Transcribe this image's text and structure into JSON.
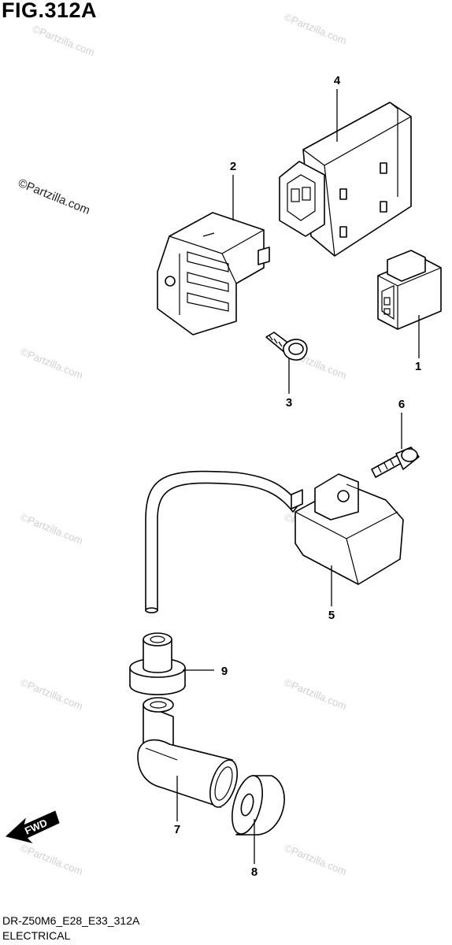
{
  "figure": {
    "title": "FIG.312A"
  },
  "watermark": {
    "text": "©Partzilla.com"
  },
  "parts": [
    {
      "number": "1",
      "icon": "coupler-icon"
    },
    {
      "number": "2",
      "icon": "regulator-rectifier-icon"
    },
    {
      "number": "3",
      "icon": "bolt-icon"
    },
    {
      "number": "4",
      "icon": "cdi-unit-icon"
    },
    {
      "number": "5",
      "icon": "ignition-coil-icon"
    },
    {
      "number": "6",
      "icon": "bolt-icon"
    },
    {
      "number": "7",
      "icon": "spark-plug-cap-icon"
    },
    {
      "number": "8",
      "icon": "seal-icon"
    },
    {
      "number": "9",
      "icon": "grommet-icon"
    }
  ],
  "direction_indicator": {
    "label": "FWD",
    "icon": "forward-arrow-icon"
  },
  "footer": {
    "code": "DR-Z50M6_E28_E33_312A",
    "title": "ELECTRICAL"
  }
}
